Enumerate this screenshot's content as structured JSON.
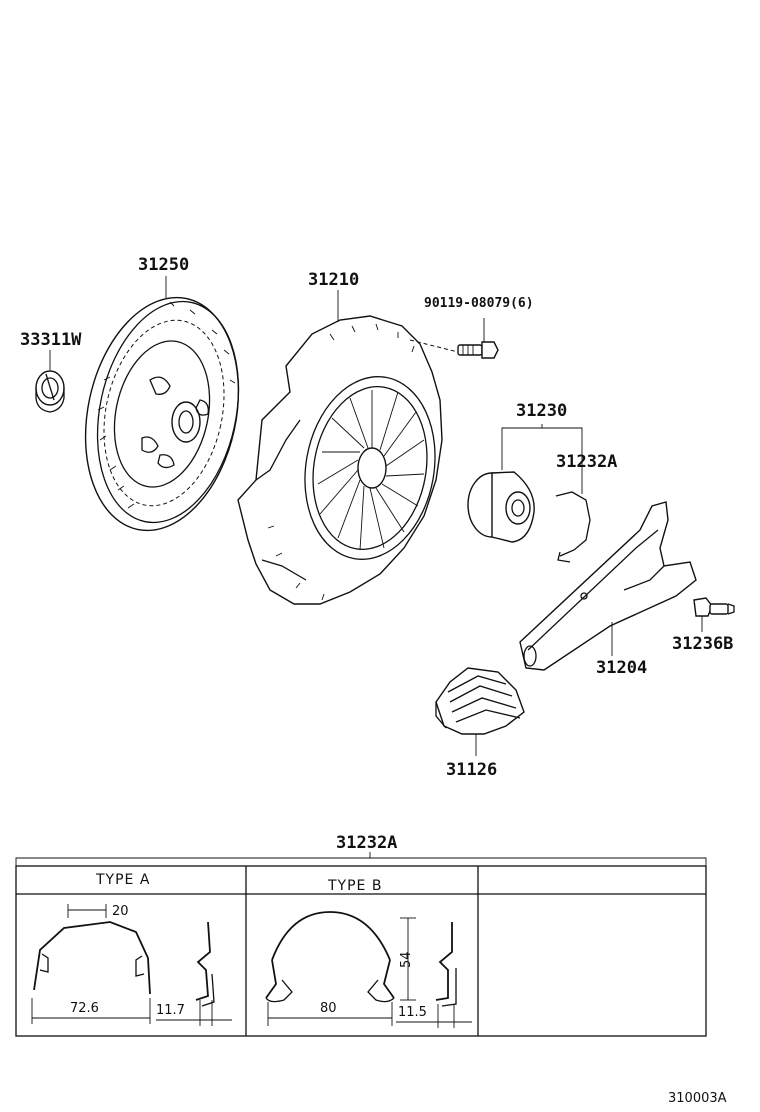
{
  "parts": {
    "pilot_bearing": "33311W",
    "clutch_disc": "31250",
    "cover_assy": "31210",
    "bolt": "90119-08079(6)",
    "release_bearing": "31230",
    "clip": "31232A",
    "fork": "31204",
    "bolt_fork": "31236B",
    "boot": "31126"
  },
  "detail_table": {
    "title": "31232A",
    "type_a": {
      "header": "TYPE A",
      "dim_width": "72.6",
      "dim_top": "20",
      "dim_side": "11.7"
    },
    "type_b": {
      "header": "TYPE B",
      "dim_width": "80",
      "dim_height": "54",
      "dim_side": "11.5"
    }
  },
  "diagram_code": "310003A"
}
